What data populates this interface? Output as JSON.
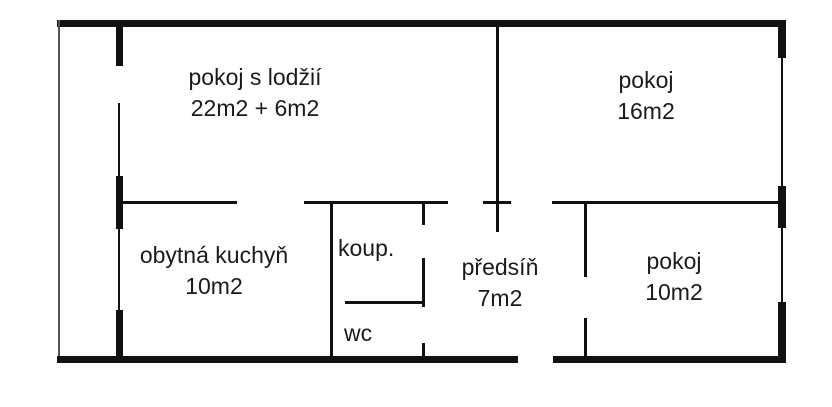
{
  "plan": {
    "background_color": "#ffffff",
    "wall_color": "#111111",
    "window_line_color": "#555555",
    "rooms": [
      {
        "id": "living-room-with-loggia",
        "label_line1": "pokoj s lodžií",
        "label_line2": "22m2 + 6m2"
      },
      {
        "id": "room-16",
        "label_line1": "pokoj",
        "label_line2": "16m2"
      },
      {
        "id": "living-kitchen",
        "label_line1": "obytná kuchyň",
        "label_line2": "10m2"
      },
      {
        "id": "bathroom",
        "label_line1": "koup."
      },
      {
        "id": "wc",
        "label_line1": "wc"
      },
      {
        "id": "hallway",
        "label_line1": "předsíň",
        "label_line2": "7m2"
      },
      {
        "id": "room-10",
        "label_line1": "pokoj",
        "label_line2": "10m2"
      }
    ]
  }
}
